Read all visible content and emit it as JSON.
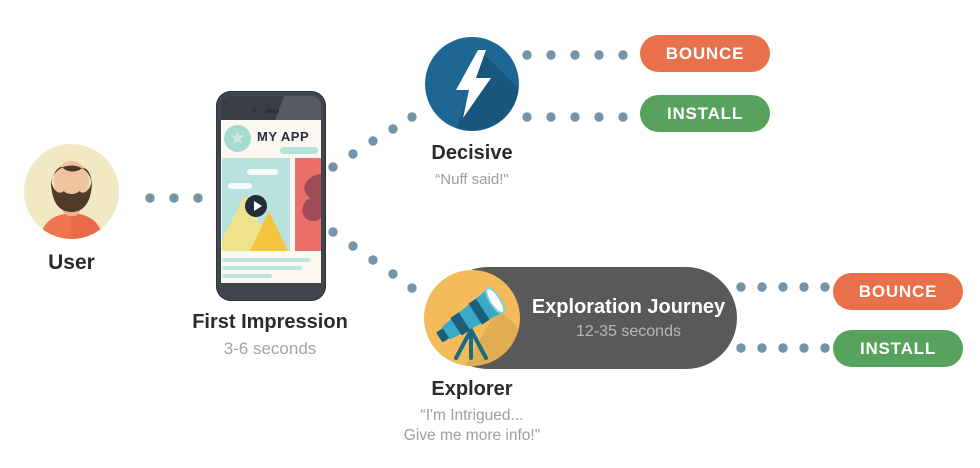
{
  "user": {
    "label": "User"
  },
  "phone": {
    "app_name": "MY APP"
  },
  "first_impression": {
    "title": "First Impression",
    "duration": "3-6 seconds"
  },
  "decisive": {
    "title": "Decisive",
    "quote": "“Nuff said!\""
  },
  "top_outcomes": {
    "bounce": "BOUNCE",
    "install": "INSTALL"
  },
  "journey": {
    "title": "Exploration Journey",
    "duration": "12-35 seconds"
  },
  "explorer": {
    "title": "Explorer",
    "quote_line1": "“I'm Intrigued...",
    "quote_line2": "Give me more info!\""
  },
  "bottom_outcomes": {
    "bounce": "BOUNCE",
    "install": "INSTALL"
  },
  "icons": {
    "star": "★"
  },
  "colors": {
    "bounce_orange": "#E8714C",
    "install_green": "#57A35E",
    "decisive_blue": "#1E6795",
    "explorer_yellow": "#F3BB59",
    "journey_gray": "#59595A",
    "connector_dot": "#7394A9"
  }
}
